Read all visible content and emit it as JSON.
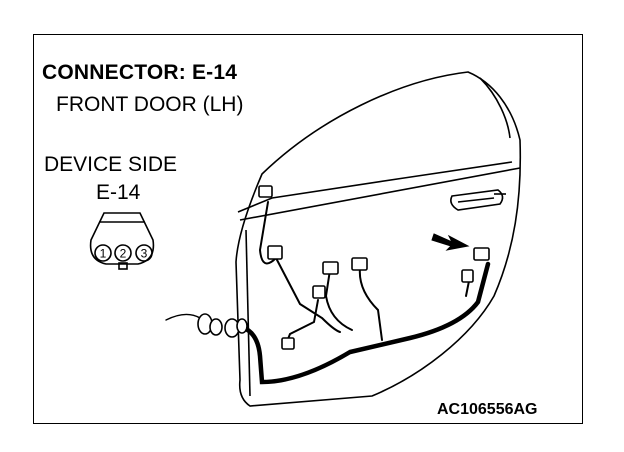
{
  "header": {
    "connector": "CONNECTOR: E-14",
    "location": "FRONT DOOR (LH)"
  },
  "device": {
    "side_label": "DEVICE SIDE",
    "code": "E-14",
    "pins": [
      "1",
      "2",
      "3"
    ]
  },
  "figure_code": "AC106556AG",
  "colors": {
    "line": "#000000",
    "background": "#ffffff"
  }
}
